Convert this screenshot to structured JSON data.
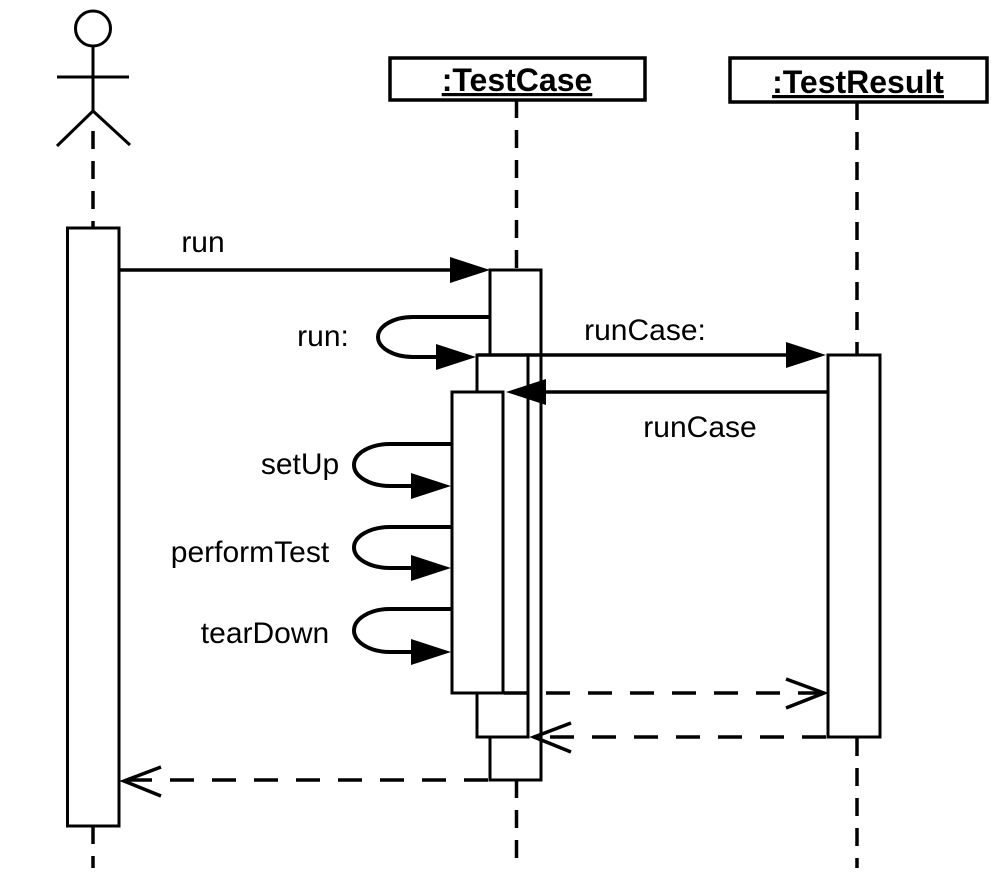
{
  "diagram": {
    "kind": "uml-sequence-diagram",
    "colors": {
      "background": "#ffffff",
      "line": "#000000",
      "text": "#000000"
    },
    "actor": {
      "icon": "stick-figure-actor-icon"
    },
    "participants": [
      {
        "label": ":TestCase"
      },
      {
        "label": ":TestResult"
      }
    ],
    "messages": [
      {
        "label": "run",
        "from": "actor",
        "to": ":TestCase",
        "kind": "synchronous-call"
      },
      {
        "label": "run:",
        "from": ":TestCase",
        "to": ":TestCase",
        "kind": "self-call"
      },
      {
        "label": "runCase:",
        "from": ":TestCase",
        "to": ":TestResult",
        "kind": "synchronous-call"
      },
      {
        "label": "runCase",
        "from": ":TestResult",
        "to": ":TestCase",
        "kind": "synchronous-call"
      },
      {
        "label": "setUp",
        "from": ":TestCase",
        "to": ":TestCase",
        "kind": "self-call"
      },
      {
        "label": "performTest",
        "from": ":TestCase",
        "to": ":TestCase",
        "kind": "self-call"
      },
      {
        "label": "tearDown",
        "from": ":TestCase",
        "to": ":TestCase",
        "kind": "self-call"
      },
      {
        "label": "",
        "from": ":TestCase",
        "to": ":TestResult",
        "kind": "dashed-return"
      },
      {
        "label": "",
        "from": ":TestResult",
        "to": ":TestCase",
        "kind": "dashed-return"
      },
      {
        "label": "",
        "from": ":TestCase",
        "to": "actor",
        "kind": "dashed-return"
      }
    ]
  }
}
